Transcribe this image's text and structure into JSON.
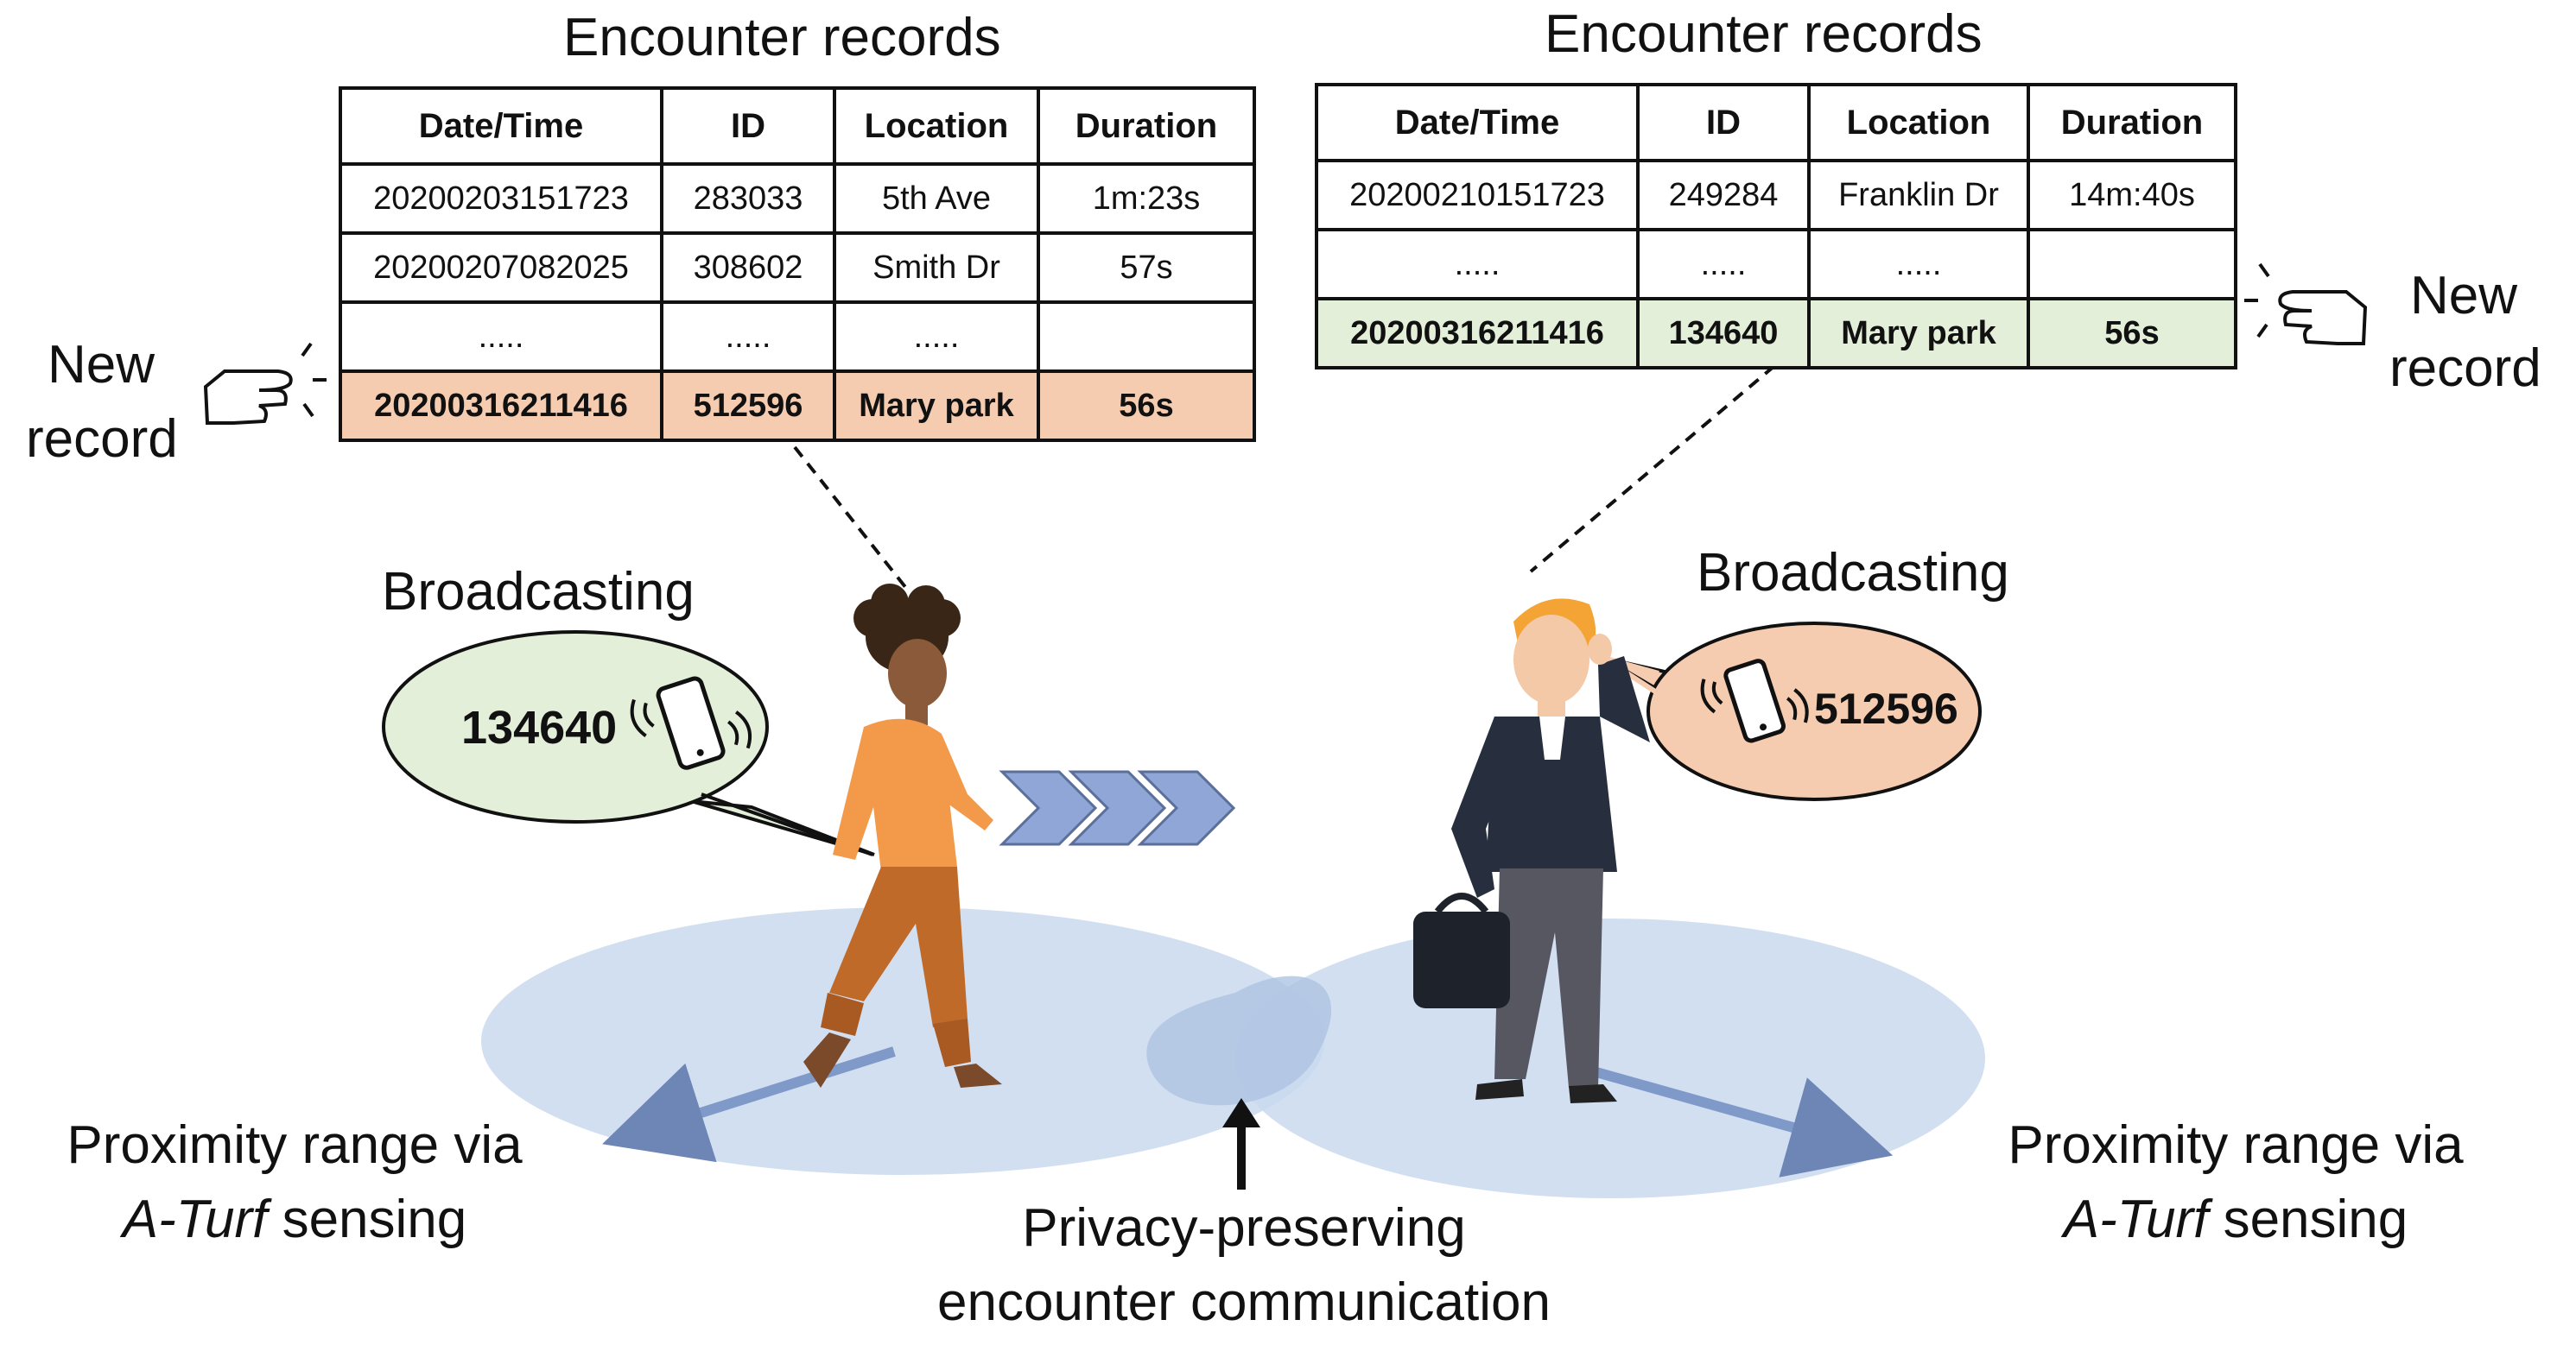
{
  "left_panel": {
    "heading": "Encounter records",
    "columns": [
      "Date/Time",
      "ID",
      "Location",
      "Duration"
    ],
    "rows": [
      [
        "20200203151723",
        "283033",
        "5th Ave",
        "1m:23s"
      ],
      [
        "20200207082025",
        "308602",
        "Smith Dr",
        "57s"
      ],
      [
        ".....",
        ".....",
        ".....",
        ""
      ],
      [
        "20200316211416",
        "512596",
        "Mary park",
        "56s"
      ]
    ],
    "new_record_label": [
      "New",
      "record"
    ],
    "highlight_color": "#f6ccb0"
  },
  "right_panel": {
    "heading": "Encounter records",
    "columns": [
      "Date/Time",
      "ID",
      "Location",
      "Duration"
    ],
    "rows": [
      [
        "20200210151723",
        "249284",
        "Franklin Dr",
        "14m:40s"
      ],
      [
        ".....",
        ".....",
        ".....",
        ""
      ],
      [
        "20200316211416",
        "134640",
        "Mary park",
        "56s"
      ]
    ],
    "new_record_label": [
      "New",
      "record"
    ],
    "highlight_color": "#e3efd9"
  },
  "left_person": {
    "broadcast_label": "Broadcasting",
    "broadcast_id": "134640",
    "bubble_color": "#e3efd9"
  },
  "right_person": {
    "broadcast_label": "Broadcasting",
    "broadcast_id": "512596",
    "bubble_color": "#f6ccb0"
  },
  "proximity_left": {
    "line1": "Proximity range via",
    "italic": "A-Turf",
    "rest": " sensing"
  },
  "proximity_right": {
    "line1": "Proximity range via",
    "italic": "A-Turf",
    "rest": " sensing"
  },
  "center_label": [
    "Privacy-preserving",
    "encounter communication"
  ],
  "colors": {
    "range": "#c9d9ee",
    "arrow": "#7f99c8",
    "chevron": "#8fa6d6"
  }
}
